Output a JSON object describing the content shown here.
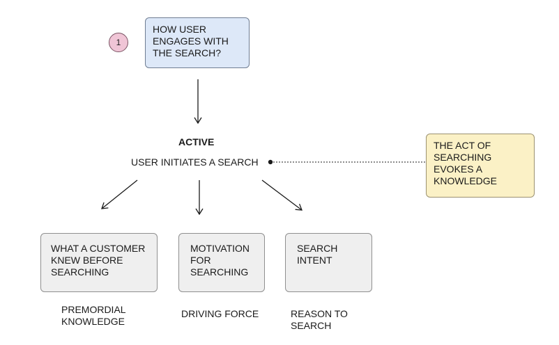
{
  "step_badge": "1",
  "question_box": [
    "HOW USER",
    "ENGAGES WITH",
    "THE SEARCH?"
  ],
  "mode_title": "ACTIVE",
  "mode_subtitle": "USER INITIATES A SEARCH",
  "note_box": [
    "THE ACT OF",
    "SEARCHING",
    "EVOKES A",
    "KNOWLEDGE"
  ],
  "branches": [
    {
      "box": [
        "WHAT A CUSTOMER",
        "KNEW BEFORE",
        "SEARCHING"
      ],
      "caption": [
        "PREMORDIAL",
        "KNOWLEDGE"
      ]
    },
    {
      "box": [
        "MOTIVATION",
        "FOR",
        "SEARCHING"
      ],
      "caption": [
        "DRIVING FORCE"
      ]
    },
    {
      "box": [
        "SEARCH",
        "INTENT"
      ],
      "caption": [
        "REASON TO",
        "SEARCH"
      ]
    }
  ],
  "colors": {
    "question_fill": "#dde8f8",
    "note_fill": "#fbf1c6",
    "branch_fill": "#efefef",
    "badge_fill": "#f0c5d6"
  }
}
